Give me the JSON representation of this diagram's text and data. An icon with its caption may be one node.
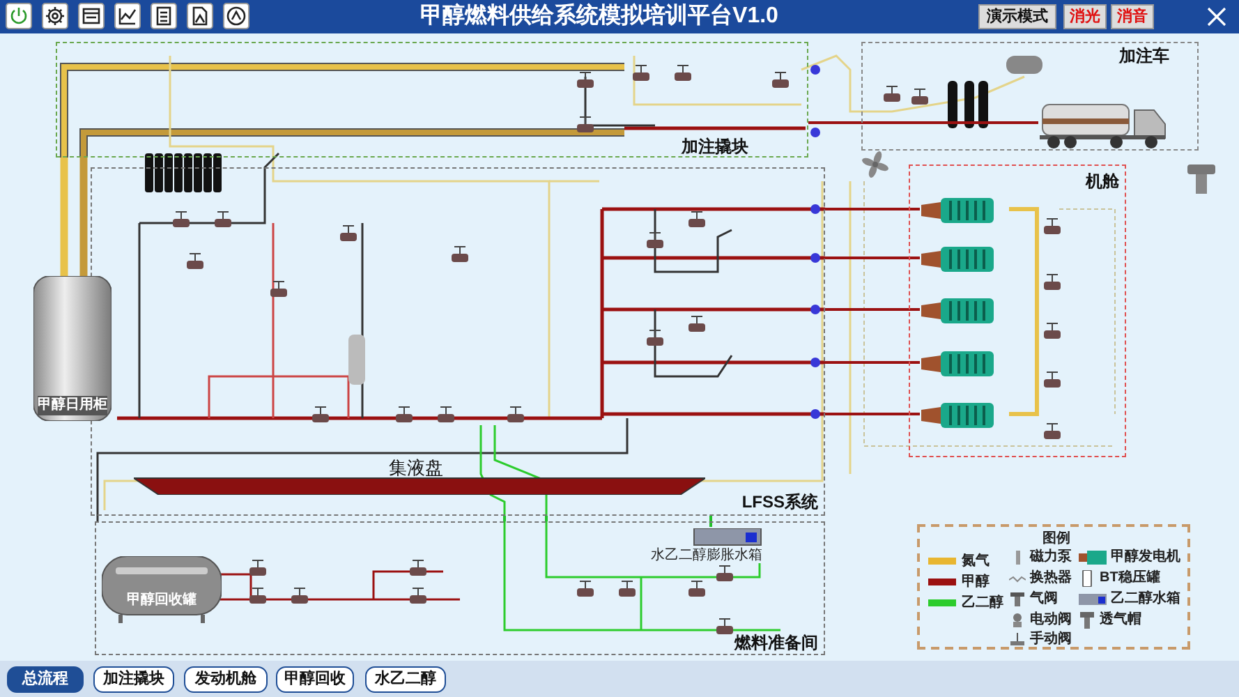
{
  "diagram": {
    "title": "甲醇燃料供给系统模拟培训平台V1.0",
    "nodes": [
      {
        "text": [
          "加注撬块"
        ]
      },
      {
        "text": [
          "加注车"
        ]
      },
      {
        "text": [
          "机舱"
        ]
      },
      {
        "text": [
          "LFSS系统"
        ]
      },
      {
        "text": [
          "集液盘"
        ],
        "in": 3
      },
      {
        "text": [
          "甲醇日用柜"
        ]
      },
      {
        "text": [],
        "shape": "picture",
        "in": 1
      },
      {
        "text": [],
        "shape": "picture",
        "in": 2
      },
      {
        "text": [],
        "shape": "picture",
        "in": 2
      },
      {
        "text": [],
        "shape": "picture",
        "in": 2
      },
      {
        "text": [],
        "shape": "picture",
        "in": 2
      },
      {
        "text": [],
        "shape": "picture",
        "in": 2
      },
      {
        "text": [
          "燃料准备间"
        ]
      },
      {
        "text": [
          "甲醇回收罐"
        ],
        "in": 12
      },
      {
        "text": [
          "水乙二醇膨胀水箱"
        ],
        "in": 12
      }
    ],
    "edges": [
      {
        "from": 6,
        "to": 0,
        "arrow": "none"
      },
      {
        "from": 3,
        "to": 7,
        "arrow": "none"
      },
      {
        "from": 3,
        "to": 8,
        "arrow": "none"
      },
      {
        "from": 3,
        "to": 9,
        "arrow": "none"
      },
      {
        "from": 3,
        "to": 10,
        "arrow": "none"
      },
      {
        "from": 3,
        "to": 11,
        "arrow": "none"
      },
      {
        "from": 14,
        "to": 3,
        "arrow": "none",
        "color": "#22c02a"
      },
      {
        "from": 0,
        "to": 5,
        "arrow": "none",
        "style": "thick",
        "color": "#e8c24a"
      },
      {
        "from": 0,
        "to": 5,
        "arrow": "none",
        "style": "thick",
        "color": "#c49a3a"
      },
      {
        "from": 3,
        "to": 12,
        "arrow": "none",
        "color": "#22c02a"
      },
      {
        "from": 3,
        "to": 12,
        "arrow": "none",
        "color": "#22c02a"
      }
    ],
    "labels": [
      "演示模式",
      "消光",
      "消音",
      "图例",
      "总流程",
      "加注撬块",
      "发动机舱",
      "甲醇回收",
      "水乙二醇"
    ],
    "legend": [
      {
        "text": "氮气",
        "color": "#e8b630"
      },
      {
        "text": "磁力泵"
      },
      {
        "text": "甲醇发电机"
      },
      {
        "text": "甲醇",
        "color": "#9b1111"
      },
      {
        "text": "换热器"
      },
      {
        "text": "BT稳压罐"
      },
      {
        "text": "乙二醇",
        "color": "#2ccc2c"
      },
      {
        "text": "气阀"
      },
      {
        "text": "乙二醇水箱"
      },
      {
        "text": "电动阀"
      },
      {
        "text": "透气帽"
      },
      {
        "text": "手动阀"
      }
    ]
  }
}
